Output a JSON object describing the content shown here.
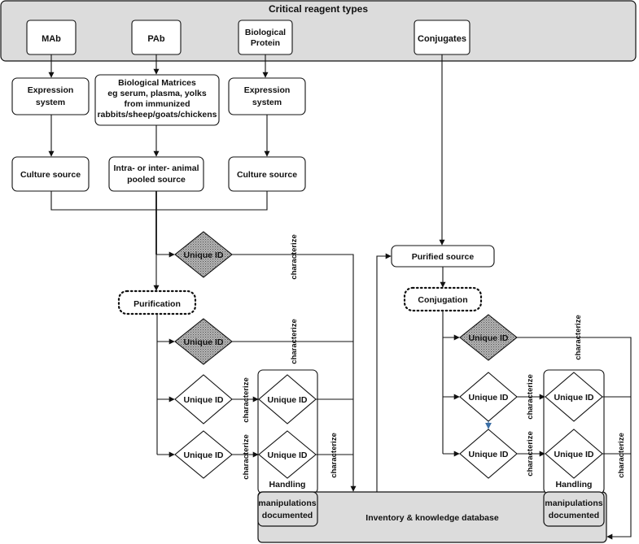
{
  "header": {
    "title": "Critical reagent types"
  },
  "reagents": {
    "mab": "MAb",
    "pab": "PAb",
    "bio_line1": "Biological",
    "bio_line2": "Protein",
    "conjugates": "Conjugates"
  },
  "left_flow": {
    "expression_line1": "Expression",
    "expression_line2": "system",
    "matrices_line1": "Biological Matrices",
    "matrices_line2": "eg serum, plasma, yolks",
    "matrices_line3": "from immunized",
    "matrices_line4": "rabbits/sheep/goats/chickens",
    "culture_source": "Culture source",
    "pooled_line1": "Intra- or inter- animal",
    "pooled_line2": "pooled source",
    "purification": "Purification"
  },
  "right_flow": {
    "purified_source": "Purified source",
    "conjugation": "Conjugation"
  },
  "common": {
    "unique_id": "Unique ID",
    "characterize": "characterize",
    "handling": "Handling",
    "manipulations_line1": "manipulations",
    "manipulations_line2": "documented"
  },
  "database": {
    "label": "Inventory & knowledge database"
  },
  "colors": {
    "panel_fill": "#dcdcdc",
    "stroke": "#111111",
    "highlight_arrow": "#3b6ea5"
  }
}
